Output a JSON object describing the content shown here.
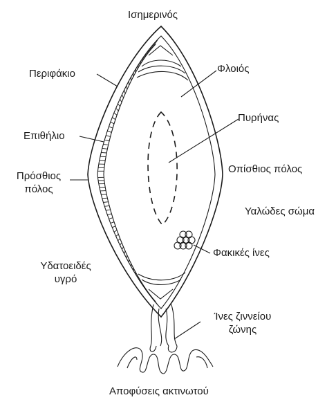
{
  "labels": {
    "equator": "Ισημερινός",
    "capsule": "Περιφάκιο",
    "cortex": "Φλοιός",
    "nucleus": "Πυρήνας",
    "epithelium": "Επιθήλιο",
    "anterior_pole_line1": "Πρόσθιος",
    "anterior_pole_line2": "πόλος",
    "posterior_pole": "Οπίσθιος πόλος",
    "vitreous": "Υαλώδες σώμα",
    "lens_fibers": "Φακικές ίνες",
    "aqueous_line1": "Υδατοειδές",
    "aqueous_line2": "υγρό",
    "zonule_line1": "Ίνες ζιννείου",
    "zonule_line2": "ζώνης",
    "ciliary_processes": "Αποφύσεις ακτινωτού"
  }
}
